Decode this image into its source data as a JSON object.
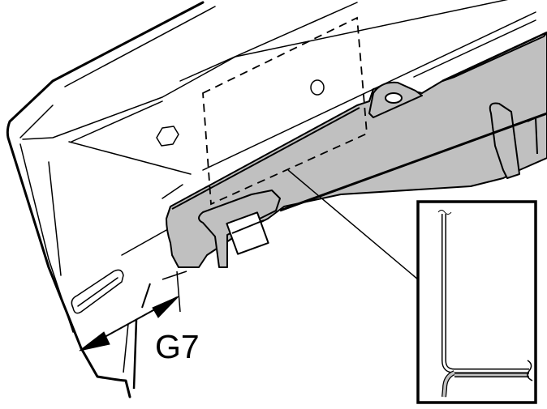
{
  "diagram": {
    "callout_label": "G7",
    "colors": {
      "line": "#000000",
      "part_fill": "#c0c0c0",
      "background": "#ffffff"
    },
    "parts": [
      {
        "name": "bumper-body",
        "description": "vehicle bumper panel outline"
      },
      {
        "name": "mounting-bracket",
        "description": "grey highlighted bracket rail"
      },
      {
        "name": "dashed-outline",
        "description": "hidden component outline"
      },
      {
        "name": "detail-inset",
        "description": "cross-section detail box"
      },
      {
        "name": "dimension-arrow",
        "description": "double-headed measurement arrow G7"
      }
    ]
  }
}
